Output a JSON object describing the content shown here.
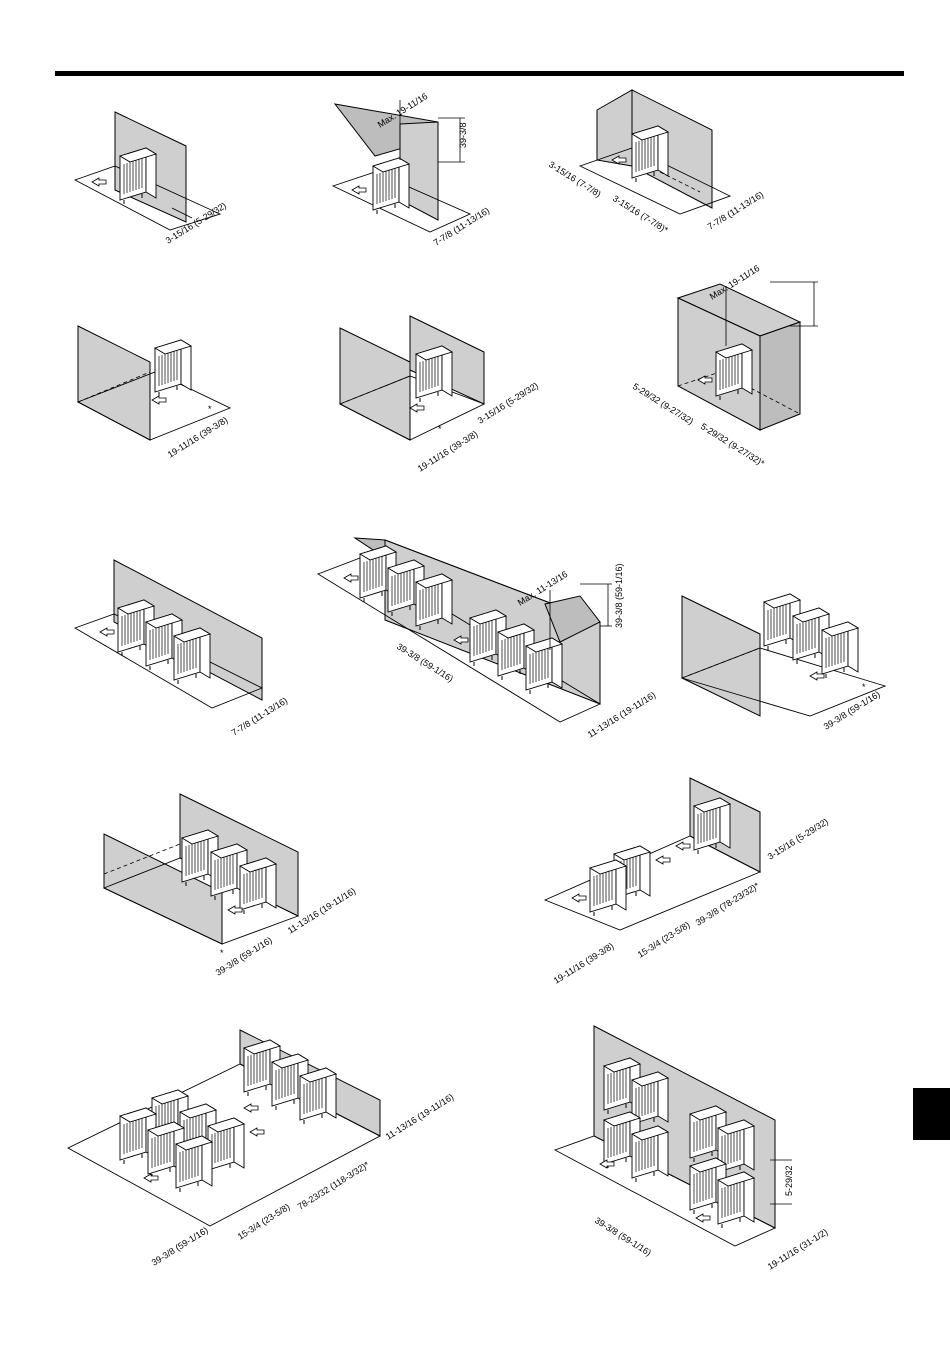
{
  "figures": [
    {
      "id": "fig1",
      "labels": [
        "3-15/16 (5-29/32)"
      ]
    },
    {
      "id": "fig2",
      "labels": [
        "Max. 19-11/16",
        "39-3/8",
        "7-7/8 (11-13/16)"
      ]
    },
    {
      "id": "fig3",
      "labels": [
        "3-15/16 (7-7/8)",
        "3-15/16 (7-7/8)*",
        "7-7/8 (11-13/16)"
      ]
    },
    {
      "id": "fig4",
      "labels": [
        "*",
        "19-11/16 (39-3/8)"
      ]
    },
    {
      "id": "fig5",
      "labels": [
        "*",
        "19-11/16 (39-3/8)",
        "3-15/16 (5-29/32)"
      ]
    },
    {
      "id": "fig6",
      "labels": [
        "Max. 19-11/16",
        "5-29/32 (9-27/32)",
        "5-29/32 (9-27/32)*"
      ]
    },
    {
      "id": "fig7",
      "labels": [
        "7-7/8 (11-13/16)"
      ]
    },
    {
      "id": "fig8",
      "labels": [
        "Max. 11-13/16",
        "39-3/8 (59-1/16)",
        "39-3/8 (59-1/16)",
        "11-13/16 (19-11/16)"
      ]
    },
    {
      "id": "fig9",
      "labels": [
        "*",
        "39-3/8 (59-1/16)"
      ]
    },
    {
      "id": "fig10",
      "labels": [
        "*",
        "39-3/8 (59-1/16)",
        "11-13/16 (19-11/16)"
      ]
    },
    {
      "id": "fig11",
      "labels": [
        "3-15/16 (5-29/32)",
        "39-3/8 (78-23/32)*",
        "15-3/4 (23-5/8)",
        "19-11/16 (39-3/8)"
      ]
    },
    {
      "id": "fig12",
      "labels": [
        "11-13/16 (19-11/16)",
        "78-23/32 (118-3/32)*",
        "15-3/4 (23-5/8)",
        "39-3/8 (59-1/16)"
      ]
    },
    {
      "id": "fig13",
      "labels": [
        "5-29/32",
        "39-3/8 (59-1/16)",
        "19-11/16 (31-1/2)"
      ]
    }
  ]
}
